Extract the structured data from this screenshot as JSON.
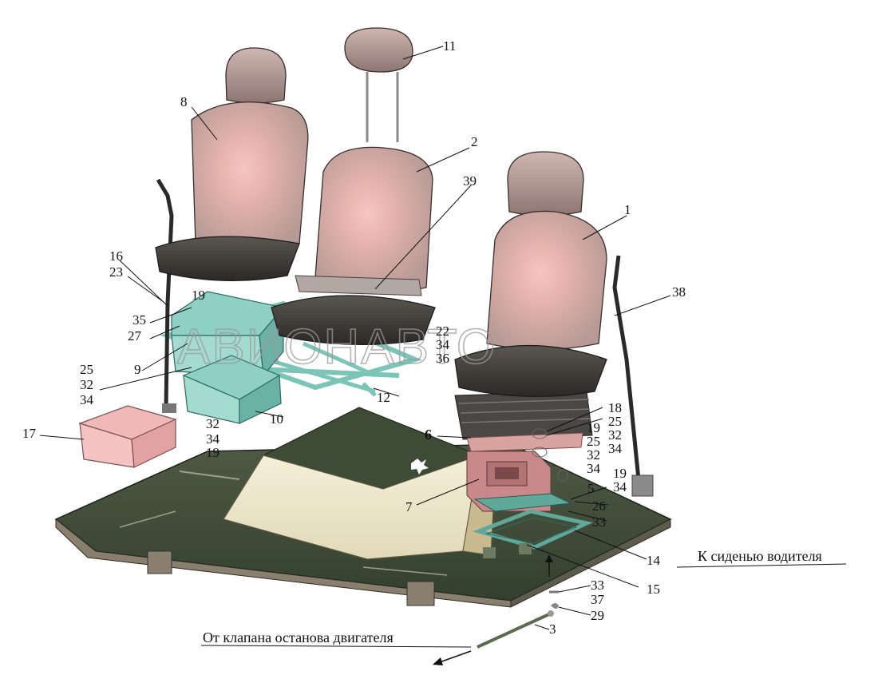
{
  "watermark": "АВИОНАВТО",
  "notes": {
    "to_driver_seat": "К сиденью водителя",
    "from_engine_valve": "От клапана останова двигателя"
  },
  "callouts": {
    "c1": "1",
    "c2": "2",
    "c3": "3",
    "c5": "5",
    "c6": "6",
    "c7": "7",
    "c8": "8",
    "c9": "9",
    "c10": "10",
    "c11": "11",
    "c12": "12",
    "c14": "14",
    "c15": "15",
    "c16": "16",
    "c17": "17",
    "c18": "18",
    "c23": "23",
    "c27": "27",
    "c35": "35",
    "c26": "26",
    "c29": "29",
    "c37": "37",
    "c38": "38",
    "c39": "39",
    "c19a": "19",
    "c19b": "19",
    "c19c": "19",
    "c19d": "19",
    "c22": "22",
    "c34a": "34",
    "c36": "36",
    "c25a": "25",
    "c32a": "32",
    "c34b": "34",
    "c32b": "32",
    "c34c": "34",
    "c25b": "25",
    "c32c": "32",
    "c34d": "34",
    "c25c": "25",
    "c32d": "32",
    "c34e": "34",
    "c34f": "34",
    "c33a": "33",
    "c33b": "33"
  }
}
